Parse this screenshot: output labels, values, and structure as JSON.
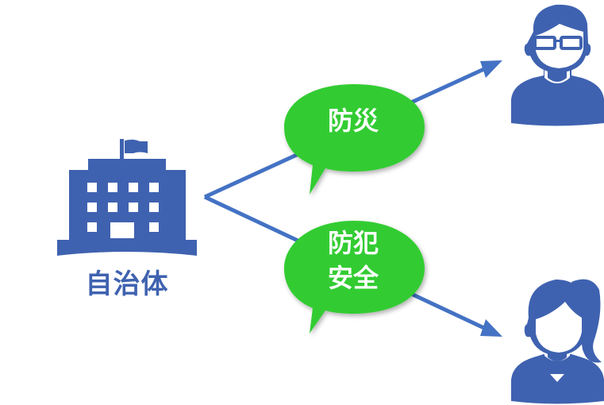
{
  "colors": {
    "primary_blue": "#3f62b0",
    "arrow_blue": "#4472c4",
    "bubble_green": "#33cc33",
    "text_white": "#ffffff"
  },
  "source": {
    "icon": "government-building-icon",
    "label": "自治体"
  },
  "messages": [
    {
      "icon": "speech-bubble-icon",
      "line1": "防災",
      "line2": ""
    },
    {
      "icon": "speech-bubble-icon",
      "line1": "防犯",
      "line2": "安全"
    }
  ],
  "recipients": [
    {
      "icon": "male-person-with-glasses-icon"
    },
    {
      "icon": "female-person-ponytail-icon"
    }
  ]
}
